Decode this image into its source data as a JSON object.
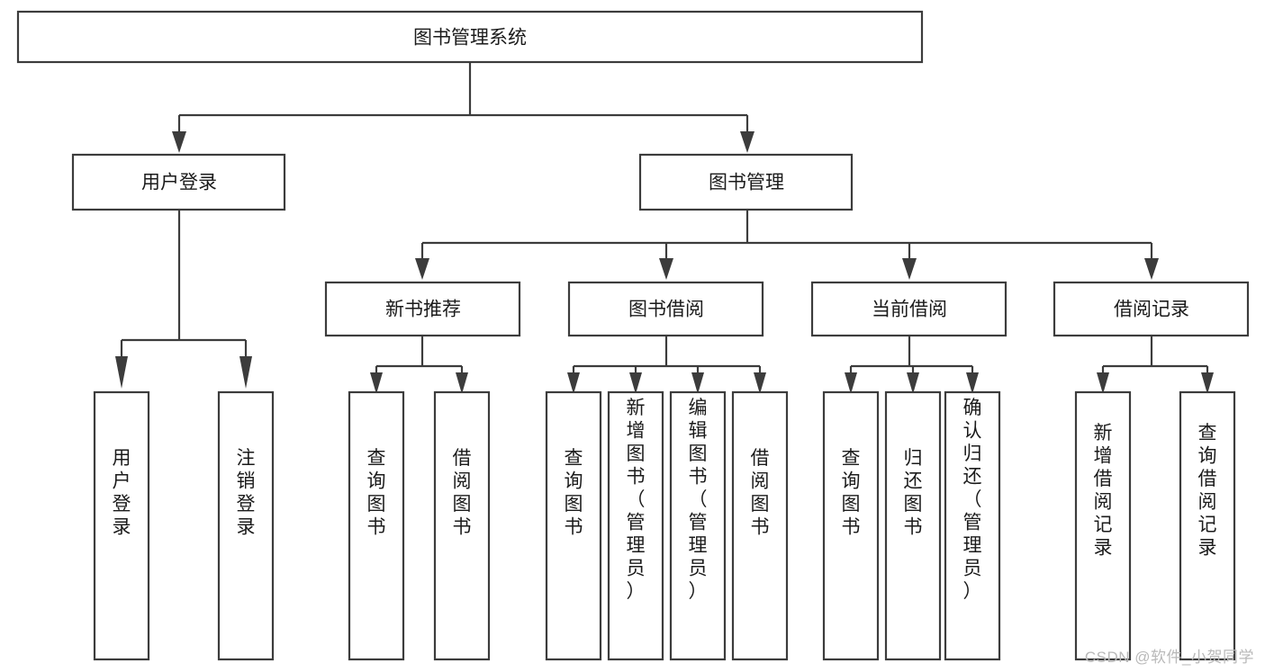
{
  "diagram": {
    "type": "tree",
    "title": "图书管理系统",
    "watermark": "CSDN @软件_小贺同学",
    "nodes": {
      "root": {
        "label": "图书管理系统",
        "orientation": "horizontal"
      },
      "l2": [
        {
          "id": "user-login",
          "label": "用户登录",
          "orientation": "horizontal"
        },
        {
          "id": "book-manage",
          "label": "图书管理",
          "orientation": "horizontal"
        }
      ],
      "l3": [
        {
          "id": "new-book-recommend",
          "label": "新书推荐",
          "orientation": "horizontal",
          "parent": "book-manage"
        },
        {
          "id": "book-borrow",
          "label": "图书借阅",
          "orientation": "horizontal",
          "parent": "book-manage"
        },
        {
          "id": "current-borrow",
          "label": "当前借阅",
          "orientation": "horizontal",
          "parent": "book-manage"
        },
        {
          "id": "borrow-record",
          "label": "借阅记录",
          "orientation": "horizontal",
          "parent": "book-manage"
        }
      ],
      "leaves": [
        {
          "id": "leaf-user-login",
          "label": "用户登录",
          "orientation": "vertical",
          "parent": "user-login"
        },
        {
          "id": "leaf-user-logout",
          "label": "注销登录",
          "orientation": "vertical",
          "parent": "user-login"
        },
        {
          "id": "leaf-query-book-1",
          "label": "查询图书",
          "orientation": "vertical",
          "parent": "new-book-recommend"
        },
        {
          "id": "leaf-borrow-book-1",
          "label": "借阅图书",
          "orientation": "vertical",
          "parent": "new-book-recommend"
        },
        {
          "id": "leaf-query-book-2",
          "label": "查询图书",
          "orientation": "vertical",
          "parent": "book-borrow"
        },
        {
          "id": "leaf-add-book",
          "label": "新增图书（管理员）",
          "orientation": "vertical",
          "parent": "book-borrow"
        },
        {
          "id": "leaf-edit-book",
          "label": "编辑图书（管理员）",
          "orientation": "vertical",
          "parent": "book-borrow"
        },
        {
          "id": "leaf-borrow-book-2",
          "label": "借阅图书",
          "orientation": "vertical",
          "parent": "book-borrow"
        },
        {
          "id": "leaf-query-book-3",
          "label": "查询图书",
          "orientation": "vertical",
          "parent": "current-borrow"
        },
        {
          "id": "leaf-return-book",
          "label": "归还图书",
          "orientation": "vertical",
          "parent": "current-borrow"
        },
        {
          "id": "leaf-confirm-return",
          "label": "确认归还（管理员）",
          "orientation": "vertical",
          "parent": "current-borrow"
        },
        {
          "id": "leaf-add-record",
          "label": "新增借阅记录",
          "orientation": "vertical",
          "parent": "borrow-record"
        },
        {
          "id": "leaf-query-record",
          "label": "查询借阅记录",
          "orientation": "vertical",
          "parent": "borrow-record"
        }
      ]
    },
    "colors": {
      "stroke": "#3c3c3c",
      "fill": "#ffffff",
      "text": "#1b1b1b",
      "watermark": "#b9b9b9"
    }
  }
}
